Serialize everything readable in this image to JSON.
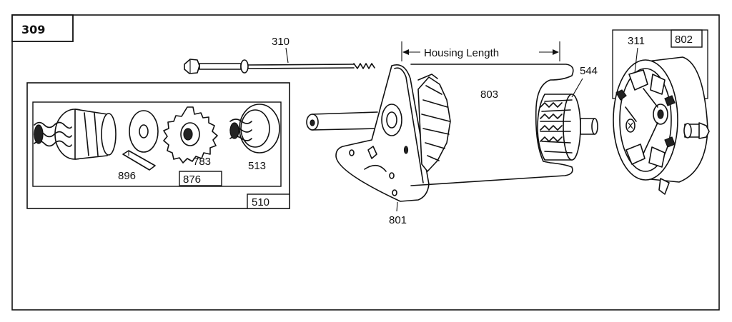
{
  "diagram": {
    "figure_number": "309",
    "dimension_label": "Housing Length",
    "part_labels": {
      "p310": "310",
      "p311": "311",
      "p802": "802",
      "p544": "544",
      "p803": "803",
      "p801": "801",
      "p513": "513",
      "p783": "783",
      "p896": "896",
      "p876": "876",
      "p510": "510"
    }
  }
}
